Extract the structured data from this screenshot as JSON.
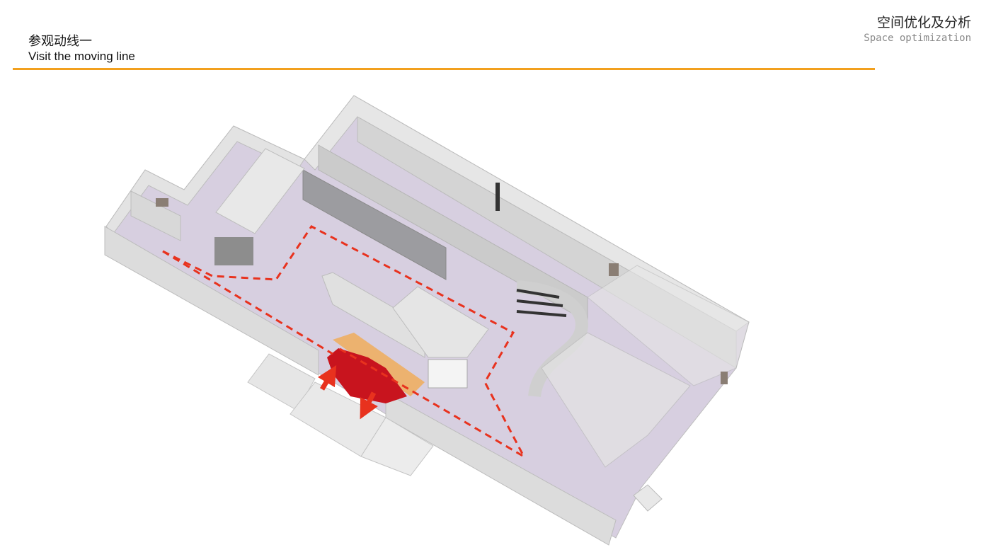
{
  "header": {
    "title_cn": "参观动线一",
    "title_en": "Visit the moving line",
    "section_cn": "空间优化及分析",
    "section_en": "Space optimization"
  },
  "colors": {
    "accent_rule": "#f2a01e",
    "route": "#e8321e",
    "floor": "#d7cfe0",
    "wall_top": "#e4e4e4",
    "wall_side": "#c6c6c6",
    "entrance_zone": "#c8141e"
  },
  "diagram": {
    "type": "isometric floor plan",
    "route_style": "dashed",
    "entrance_arrows": 2
  }
}
